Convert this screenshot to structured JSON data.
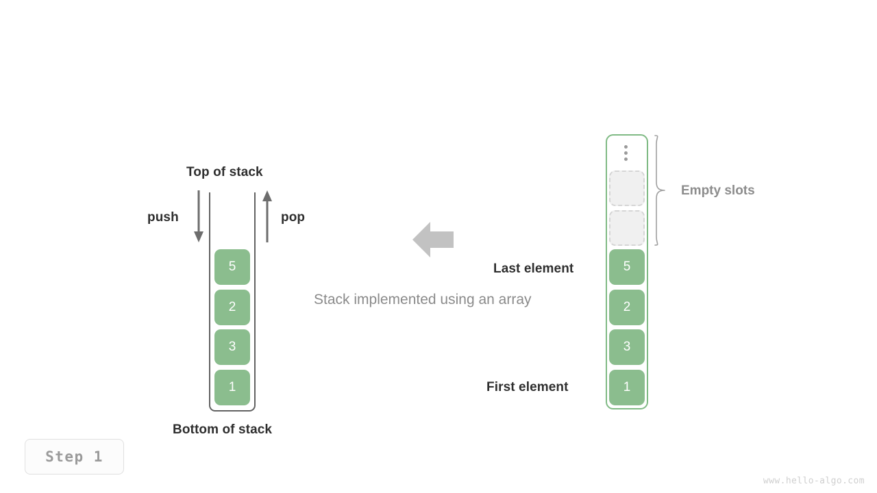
{
  "figure": {
    "caption": "Stack implemented using an array",
    "step_label": "Step  1",
    "watermark": "www.hello-algo.com",
    "colors": {
      "element_fill": "#8bbd8e",
      "element_text": "#ffffff",
      "empty_slot_fill": "#f0f0f0",
      "empty_slot_border": "#d5d5d5",
      "array_border": "#7fba84",
      "stack_wall": "#616161",
      "label_dark": "#2e2e2e",
      "label_gray": "#8c8c8c",
      "arrow_gray": "#c2c2c2",
      "caption_gray": "#8a8a8a",
      "watermark_gray": "#cfcfcf"
    }
  },
  "left_stack": {
    "top_label": "Top of stack",
    "bottom_label": "Bottom of stack",
    "push_label": "push",
    "pop_label": "pop",
    "elements": [
      {
        "value": "5"
      },
      {
        "value": "2"
      },
      {
        "value": "3"
      },
      {
        "value": "1"
      }
    ]
  },
  "right_array": {
    "empty_slots_label": "Empty slots",
    "last_element_label": "Last element",
    "first_element_label": "First element",
    "dots_icon": "vertical-ellipsis-icon",
    "empty_slot_count": 2,
    "elements": [
      {
        "value": "5"
      },
      {
        "value": "2"
      },
      {
        "value": "3"
      },
      {
        "value": "1"
      }
    ]
  },
  "transform": {
    "arrow_icon": "left-arrow-icon",
    "direction": "left"
  }
}
